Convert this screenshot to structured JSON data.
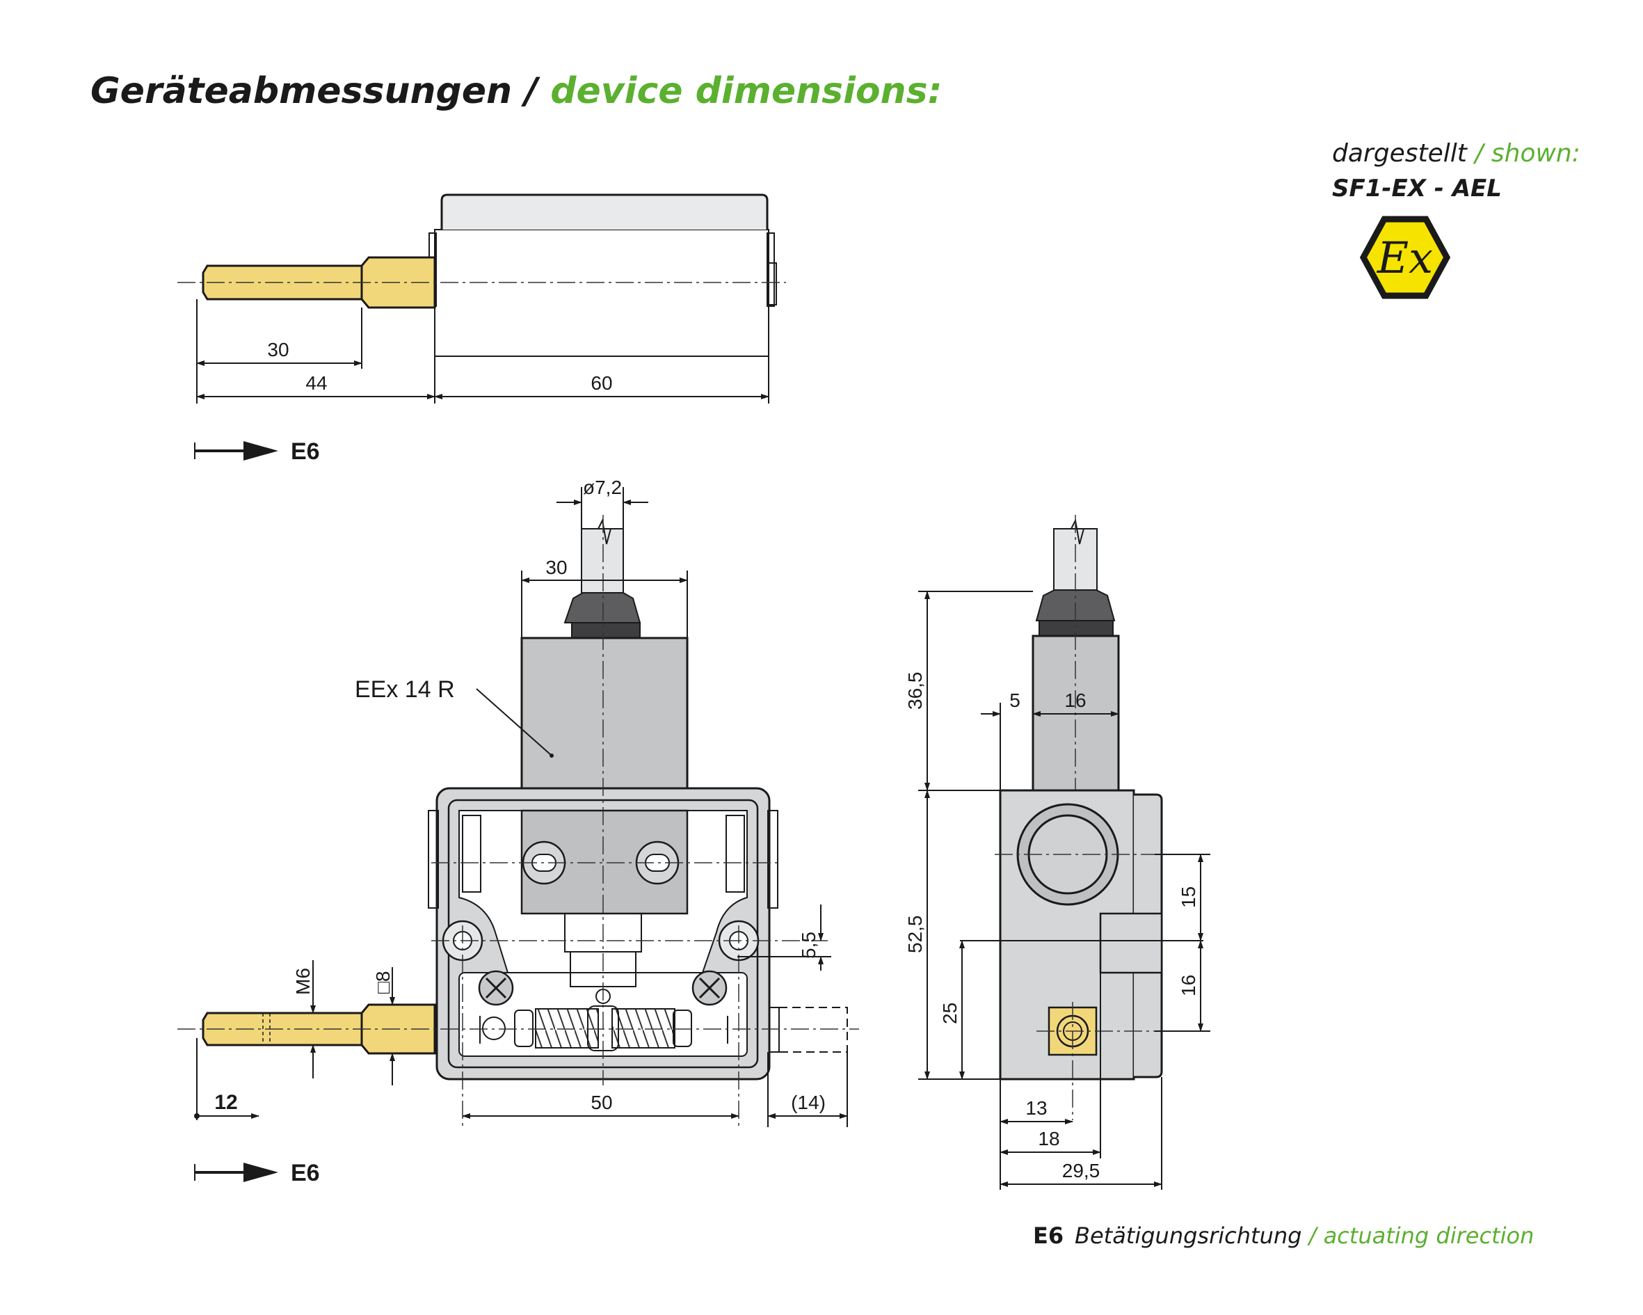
{
  "header": {
    "title_de": "Geräteabmessungen",
    "separator": " / ",
    "title_en": "device dimensions:",
    "shown_de": "dargestellt",
    "shown_sep": " / ",
    "shown_en": "shown:",
    "model": "SF1-EX - AEL"
  },
  "ex_mark": {
    "symbol": "Ex",
    "fill": "#f6e300",
    "stroke": "#1a1a1a"
  },
  "colors": {
    "accent_green": "#5bb030",
    "brass": "#f2d77a",
    "housing_gray": "#d5d6d8",
    "dark_cap": "#5d5d5f",
    "text": "#1a1a1a"
  },
  "top_view": {
    "dims": {
      "d30": "30",
      "d44": "44",
      "d60": "60"
    },
    "direction_label": "E6"
  },
  "front_view": {
    "dims": {
      "diameter": "ø7,2",
      "width30": "30",
      "thread": "M6",
      "square": "□8",
      "d5_5": "5,5",
      "d12": "12",
      "d50": "50",
      "d14": "(14)"
    },
    "cable_gland": "EEx 14 R",
    "direction_label": "E6"
  },
  "side_view": {
    "dims": {
      "d36_5": "36,5",
      "d52_5": "52,5",
      "d25": "25",
      "d5": "5",
      "d16_top": "16",
      "d15": "15",
      "d16_side": "16",
      "d13": "13",
      "d18": "18",
      "d29_5": "29,5"
    }
  },
  "legend": {
    "code": "E6",
    "text_de": "Betätigungsrichtung",
    "sep": " / ",
    "text_en": "actuating direction"
  }
}
